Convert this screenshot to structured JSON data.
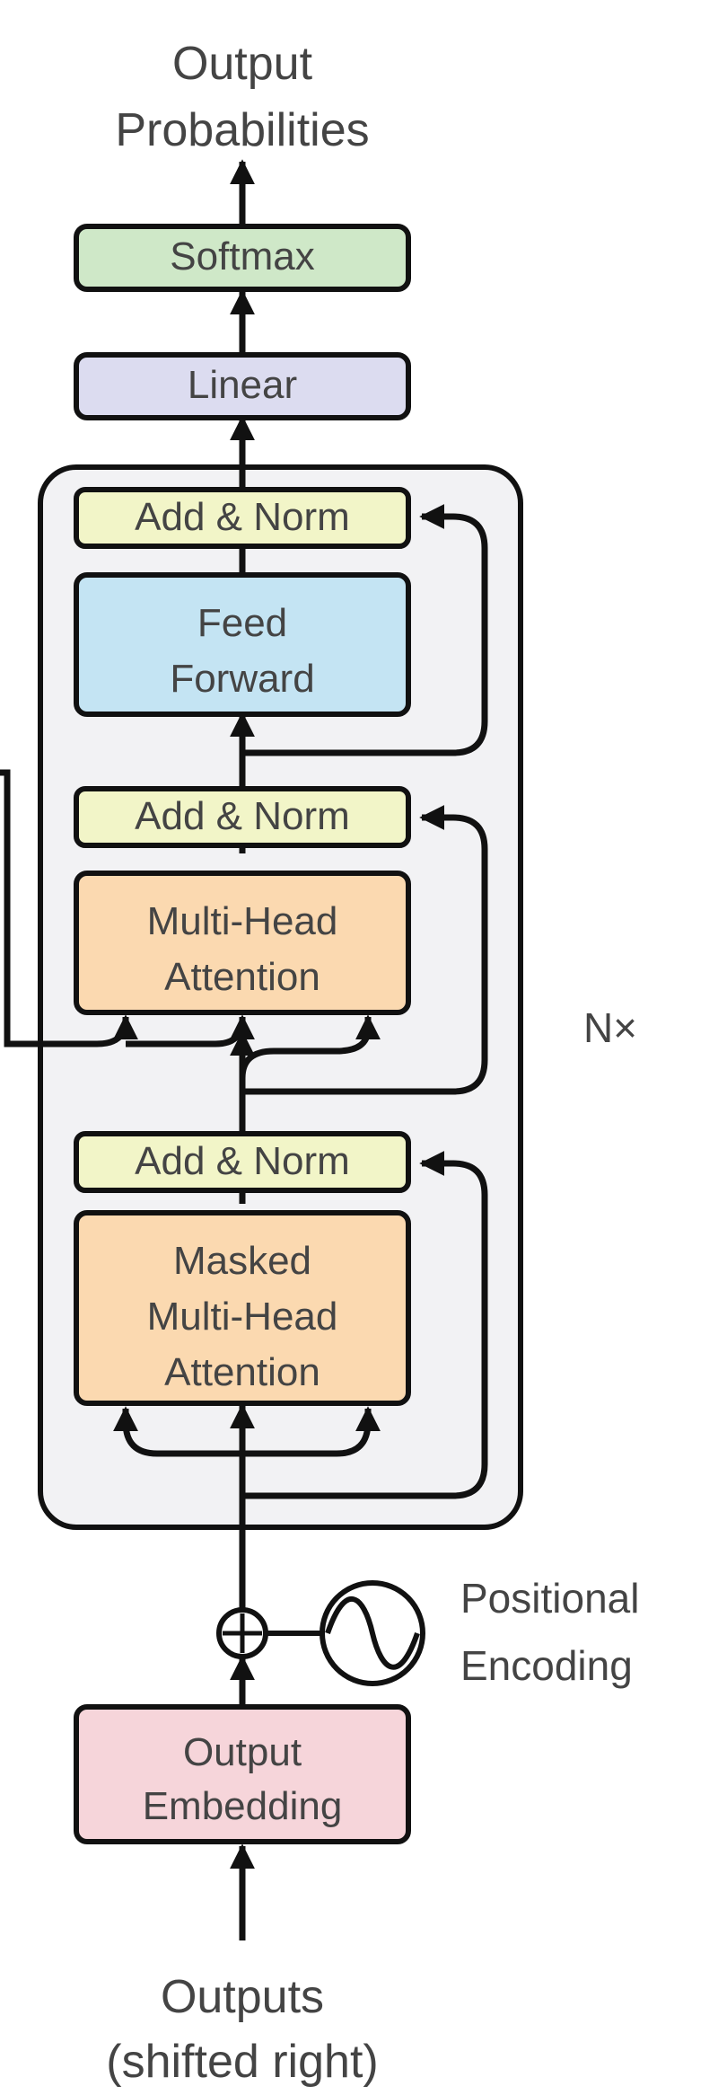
{
  "labels": {
    "output_probabilities_line1": "Output",
    "output_probabilities_line2": "Probabilities",
    "softmax": "Softmax",
    "linear": "Linear",
    "add_norm_top": "Add & Norm",
    "feed_forward_line1": "Feed",
    "feed_forward_line2": "Forward",
    "add_norm_middle": "Add & Norm",
    "mha_line1": "Multi-Head",
    "mha_line2": "Attention",
    "nx": "N×",
    "add_norm_bottom": "Add & Norm",
    "masked_mha_line1": "Masked",
    "masked_mha_line2": "Multi-Head",
    "masked_mha_line3": "Attention",
    "positional_encoding_line1": "Positional",
    "positional_encoding_line2": "Encoding",
    "output_embedding_line1": "Output",
    "output_embedding_line2": "Embedding",
    "outputs_line1": "Outputs",
    "outputs_line2": "(shifted right)"
  },
  "colors": {
    "softmax": "#cfe8c8",
    "linear": "#dcdcf0",
    "add_norm": "#f2f5c8",
    "feed_forward": "#c4e4f3",
    "attention": "#fbd9b0",
    "output_embedding": "#f6d5da",
    "decoder_block": "#f2f2f4",
    "stroke": "#111111",
    "text": "#444444"
  }
}
